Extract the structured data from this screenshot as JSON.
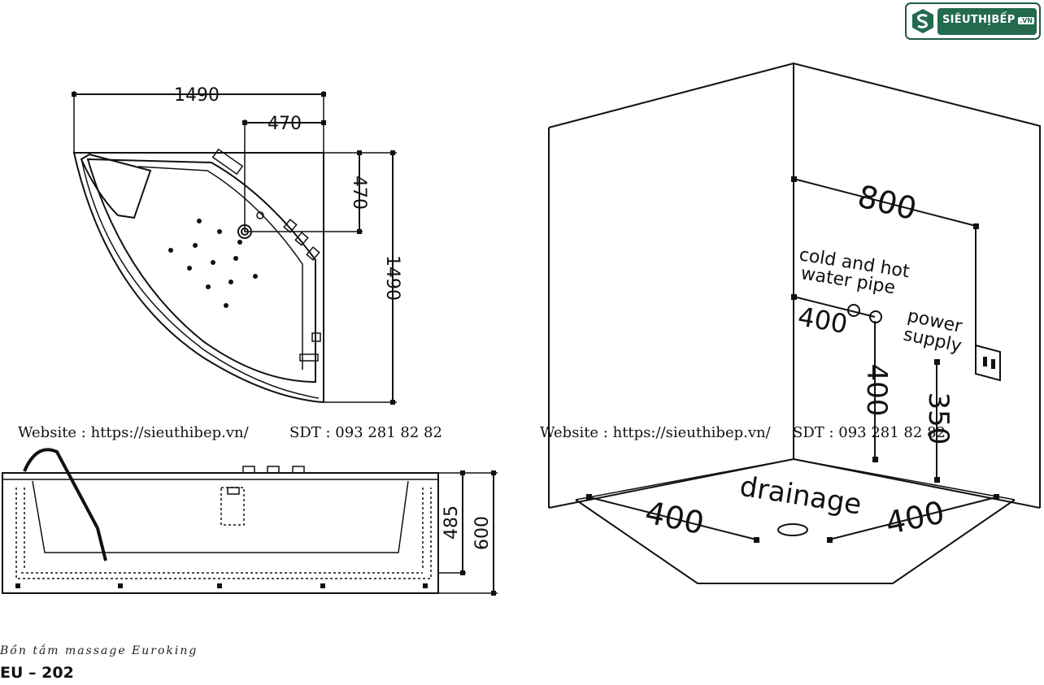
{
  "logo": {
    "text": "SIÊUTHỊBẾP",
    "suffix": ".VN"
  },
  "top_view": {
    "dim_width": "1490",
    "dim_offset_x": "470",
    "dim_offset_y": "470",
    "dim_depth": "1490"
  },
  "side_view": {
    "dim_inner_height": "485",
    "dim_total_height": "600"
  },
  "room_view": {
    "dim_power_offset": "800",
    "label_pipes": [
      "cold and hot",
      "water pipe"
    ],
    "dim_pipe_offset": "400",
    "label_power": [
      "power",
      "supply"
    ],
    "dim_pipe_height": "400",
    "dim_power_height": "350",
    "label_drain": "drainage",
    "dim_drain_left": "400",
    "dim_drain_right": "400"
  },
  "watermark": {
    "website_1": "Website : https://sieuthibep.vn/",
    "sdt_1": "SDT : 093 281 82 82",
    "website_2": "Website : https://sieuthibep.vn/",
    "sdt_2": "SDT : 093 281 82 82"
  },
  "product": {
    "subtitle": "Bồn tắm massage Euroking",
    "code": "EU – 202"
  }
}
